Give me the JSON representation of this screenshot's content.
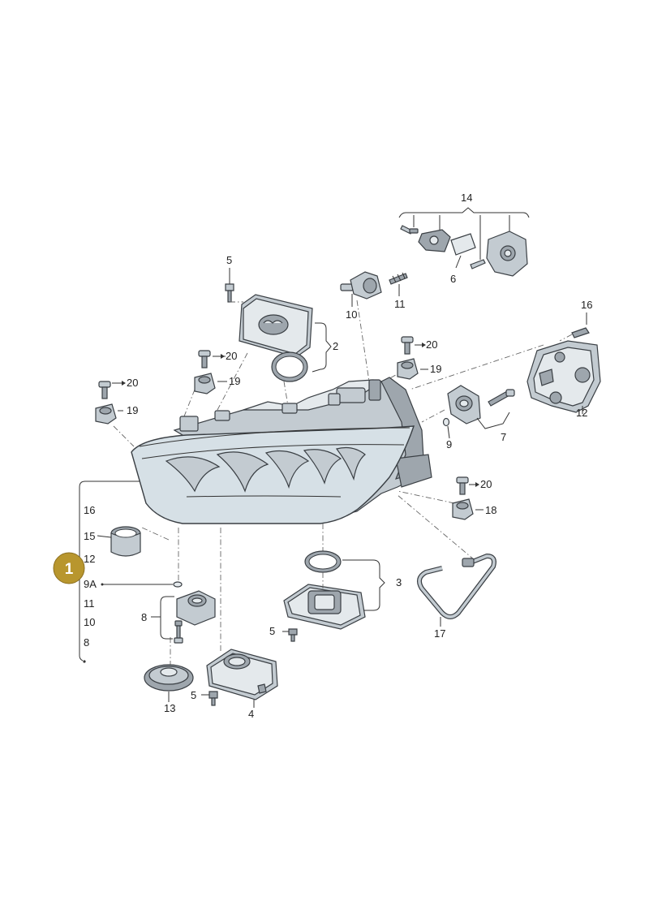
{
  "diagram": {
    "badge": "1",
    "labels": {
      "p14": "14",
      "p5_top": "5",
      "p6": "6",
      "p10_top": "10",
      "p11_top": "11",
      "p16_right": "16",
      "p2": "2",
      "p20_a": "20",
      "p19_a": "19",
      "p20_b": "20",
      "p19_b": "19",
      "p20_c": "20",
      "p19_c": "19",
      "p9": "9",
      "p7": "7",
      "p12_right": "12",
      "p20_d": "20",
      "p18": "18",
      "p3": "3",
      "p17": "17",
      "p5_mid": "5",
      "p8": "8",
      "p13": "13",
      "p5_bot": "5",
      "p4": "4"
    },
    "legend": [
      "16",
      "15",
      "12",
      "9A",
      "11",
      "10",
      "8"
    ],
    "colors": {
      "badge": "#b8962e",
      "line": "#333333",
      "part": "#c3cbd1"
    }
  }
}
